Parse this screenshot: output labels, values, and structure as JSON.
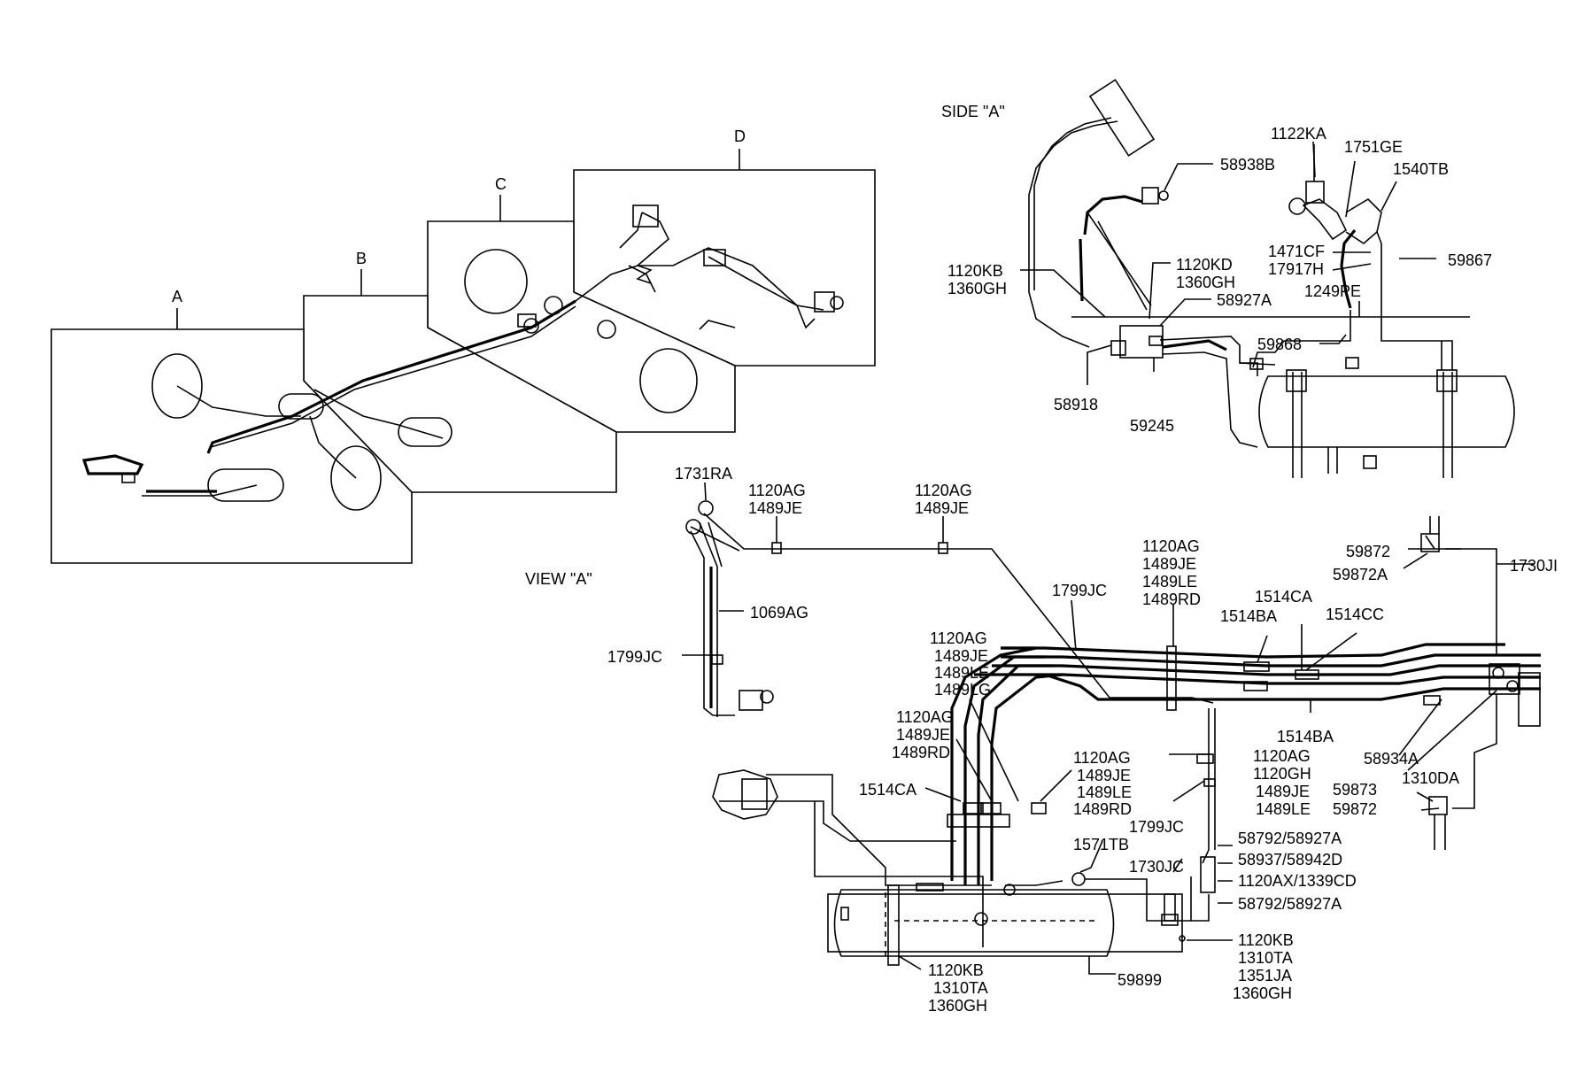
{
  "overview": {
    "sections": [
      "A",
      "B",
      "C",
      "D"
    ]
  },
  "side_a": {
    "title": "SIDE \"A\"",
    "labels": [
      "58938B",
      "1122KA",
      "1751GE",
      "1540TB",
      "1471CF",
      "17917H",
      "59867",
      "1120KB",
      "1360GH",
      "1120KD",
      "1360GH",
      "58927A",
      "1249PE",
      "59868",
      "58918",
      "59245"
    ]
  },
  "view_a": {
    "title": "VIEW \"A\"",
    "labels": [
      "1731RA",
      "1120AG",
      "1489JE",
      "1120AG",
      "1489JE",
      "1069AG",
      "1799JC",
      "1799JC",
      "1120AG",
      "1489JE",
      "1489LE",
      "1489RD",
      "1514CA",
      "1514BA",
      "1514CC",
      "59872",
      "59872A",
      "1730JI",
      "1120AG",
      "1489JE",
      "1489LE",
      "1489LG",
      "1120AG",
      "1489JE",
      "1489RD",
      "1514CA",
      "1120AG",
      "1489JE",
      "1489LE",
      "1489RD",
      "1514BA",
      "58934A",
      "1310DA",
      "1120AG",
      "1120GH",
      "1489JE",
      "1489LE",
      "59873",
      "59872",
      "1799JC",
      "1571TB",
      "1730JC",
      "58792/58927A",
      "58937/58942D",
      "1120AX/1339CD",
      "58792/58927A",
      "1120KB",
      "1310TA",
      "1351JA",
      "1360GH",
      "1120KB",
      "1310TA",
      "1360GH",
      "59899"
    ]
  }
}
